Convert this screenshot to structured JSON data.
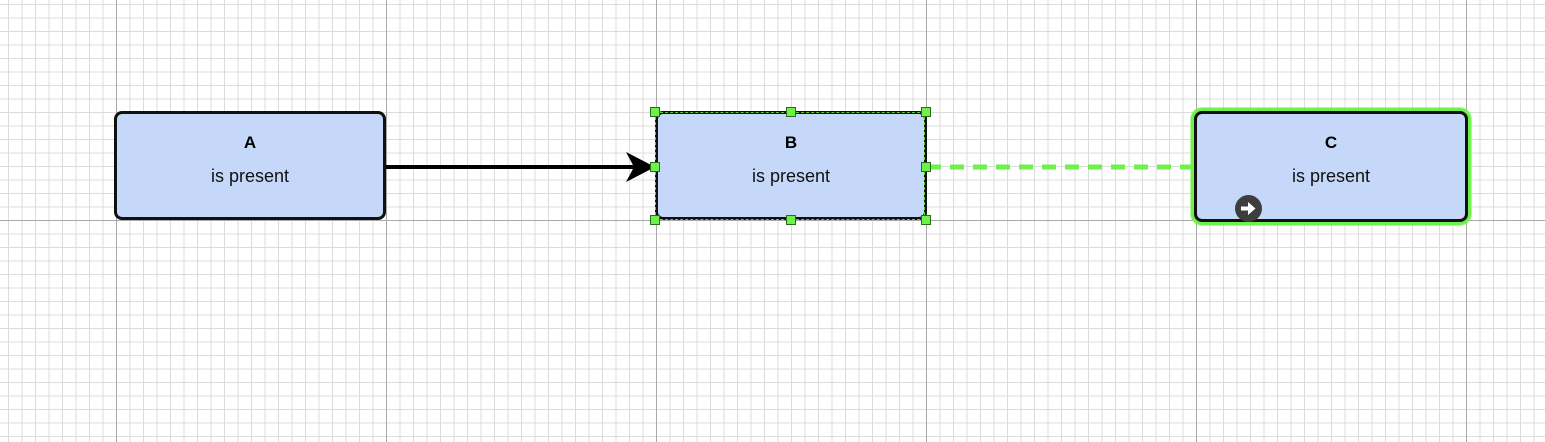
{
  "diagram": {
    "nodes": [
      {
        "id": "A",
        "title": "A",
        "subtitle": "is present"
      },
      {
        "id": "B",
        "title": "B",
        "subtitle": "is present"
      },
      {
        "id": "C",
        "title": "C",
        "subtitle": "is present"
      }
    ],
    "edges": [
      {
        "from": "A",
        "to": "B",
        "style": "solid"
      },
      {
        "from": "B",
        "to": "C",
        "style": "dashed-preview"
      }
    ],
    "selected_node": "B",
    "hover_target_node": "C"
  },
  "icons": {
    "connect_icon": "arrow-right-circle-icon",
    "selection_handles": "resize-handle-icon"
  },
  "colors": {
    "node_fill": "#c5d8fa",
    "node_border": "#111111",
    "selection_green": "#6ef14a",
    "edge_black": "#000000",
    "grid_minor": "#dcdcdc",
    "grid_major": "#a9a9a9"
  }
}
